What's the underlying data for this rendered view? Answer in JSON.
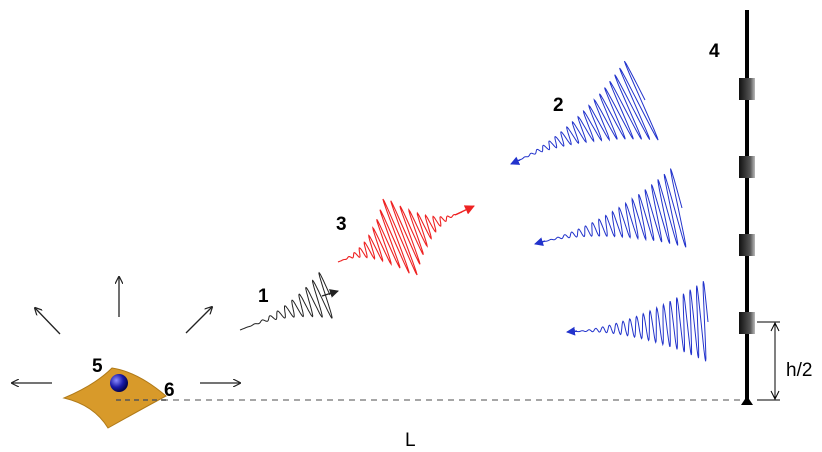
{
  "labels": {
    "wave1": "1",
    "wave2": "2",
    "wave3": "3",
    "antenna": "4",
    "source": "5",
    "point": "6",
    "distance": "L",
    "half_height": "h/2"
  },
  "colors": {
    "incident_wave": "#222222",
    "reflected_wave": "#2233cc",
    "scattered_wave": "#ee2222",
    "source_patch": "#d89a2a",
    "source_ball": "#1a1aa8",
    "antenna_mast": "#000000",
    "antenna_element": "#333333",
    "dashed_line": "#888888"
  }
}
